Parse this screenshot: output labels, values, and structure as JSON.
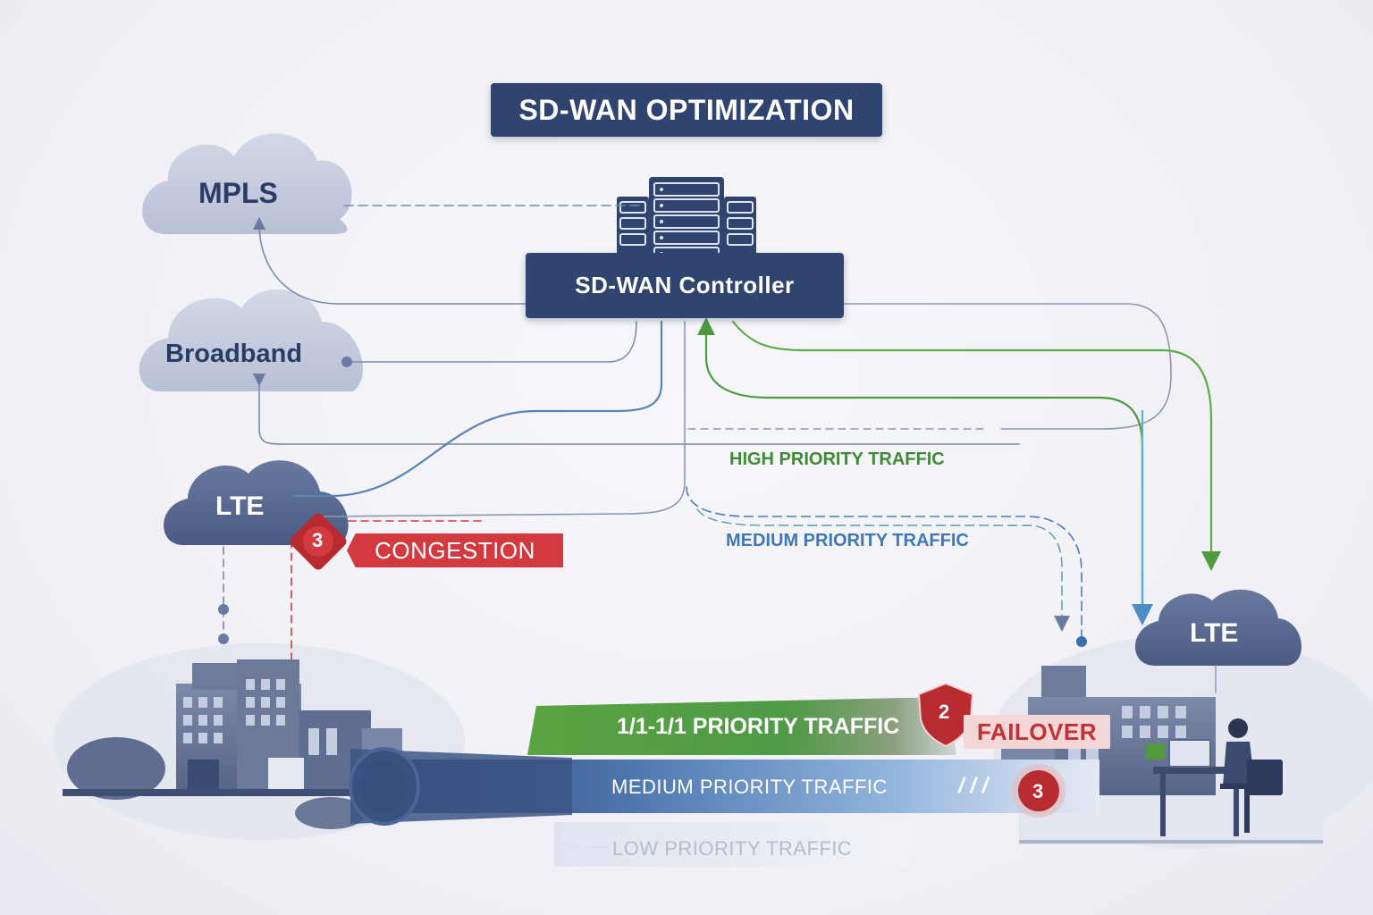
{
  "title": "SD-WAN OPTIMIZATION",
  "controller": {
    "label": "SD-WAN Controller",
    "icon": "server-rack-icon"
  },
  "clouds": {
    "mpls": "MPLS",
    "broadband": "Broadband",
    "lte_left": "LTE",
    "lte_right": "LTE"
  },
  "alerts": {
    "congestion": "CONGESTION",
    "congestion_marker": "3",
    "failover": "FAILOVER",
    "failover_marker": "2",
    "pipe_marker": "3"
  },
  "traffic_labels": {
    "high": "HIGH PRIORITY TRAFFIC",
    "medium": "MEDIUM PRIORITY TRAFFIC",
    "pipe_high": "1/1-1/1 PRIORITY TRAFFIC",
    "pipe_medium": "MEDIUM PRIORITY TRAFFIC",
    "pipe_low": "LOW PRIORITY TRAFFIC",
    "pipe_slashes": "/ / /"
  },
  "colors": {
    "navy": "#2f4570",
    "high_priority": "#4f9a3e",
    "medium_priority": "#4a8ec4",
    "alert_red": "#d23a3f",
    "cloud": "#c3c9dc"
  }
}
